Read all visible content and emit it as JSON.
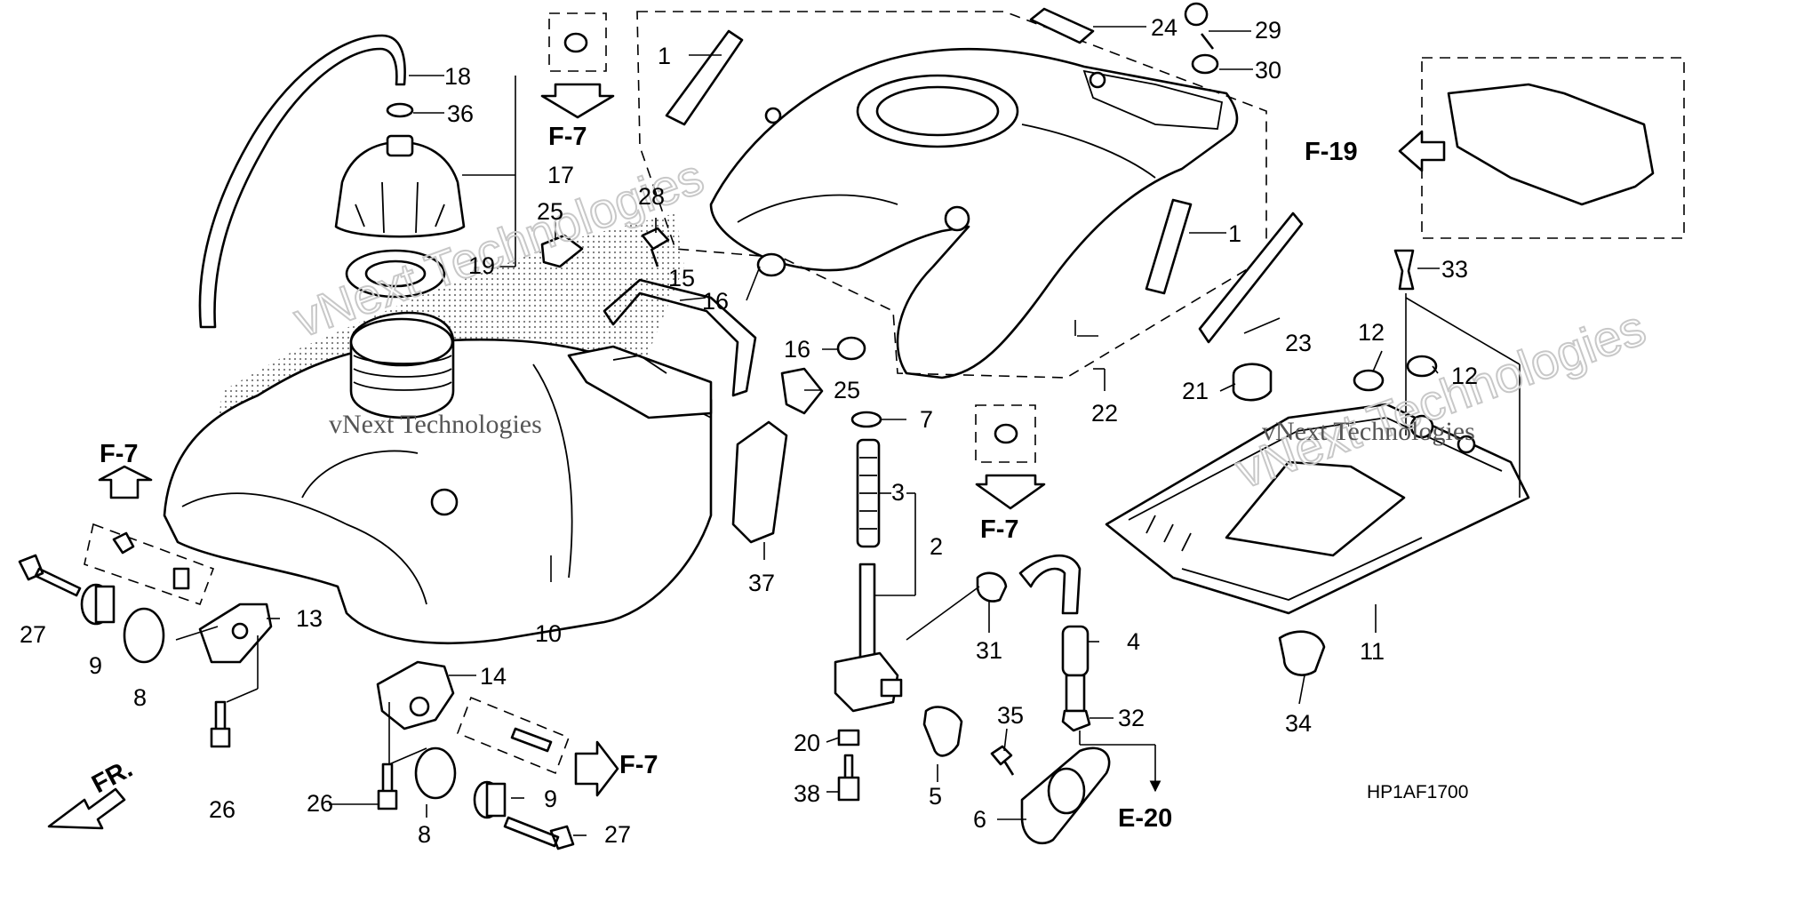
{
  "diagram": {
    "drawing_code": "HP1AF1700",
    "front_label": "FR.",
    "watermark": {
      "brand": "vNext Technologies",
      "small_text": "vNext Technologies"
    },
    "section_refs": [
      "F-7",
      "F-19",
      "E-20"
    ],
    "parts": {
      "p1": "1",
      "p2": "2",
      "p3": "3",
      "p4": "4",
      "p5": "5",
      "p6": "6",
      "p7": "7",
      "p8": "8",
      "p9": "9",
      "p10": "10",
      "p11": "11",
      "p12": "12",
      "p13": "13",
      "p14": "14",
      "p15": "15",
      "p16": "16",
      "p17": "17",
      "p18": "18",
      "p19": "19",
      "p20": "20",
      "p21": "21",
      "p22": "22",
      "p23": "23",
      "p24": "24",
      "p25": "25",
      "p26": "26",
      "p27": "27",
      "p28": "28",
      "p29": "29",
      "p30": "30",
      "p31": "31",
      "p32": "32",
      "p33": "33",
      "p34": "34",
      "p35": "35",
      "p36": "36",
      "p37": "37",
      "p38": "38"
    }
  }
}
